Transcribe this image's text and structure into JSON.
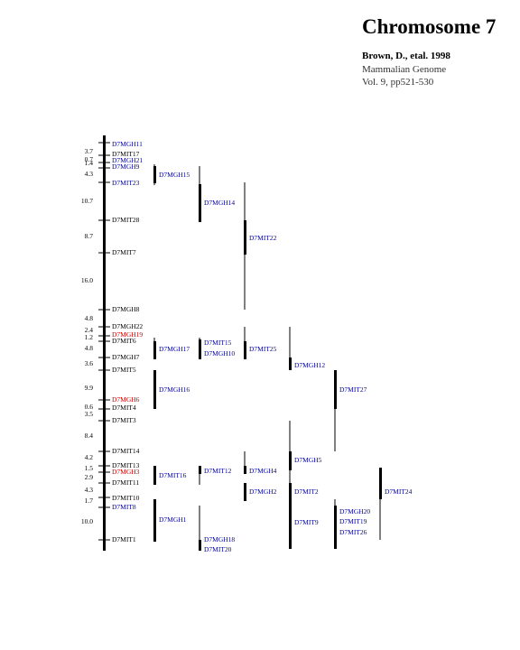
{
  "header": {
    "title": "Chromosome 7",
    "authors": "Brown, D., etal. 1998",
    "journal": "Mammalian Genome",
    "volume": "Vol. 9, pp521-530"
  },
  "colors": {
    "mit": "#000000",
    "mgh": "#000099",
    "highlight": "#cc0000"
  },
  "chromosome": {
    "loci": [
      {
        "name": "D7MGH11",
        "color": "mgh"
      },
      {
        "name": "D7MIT17",
        "color": "mit"
      },
      {
        "name": "D7MGH21",
        "color": "mgh"
      },
      {
        "name": "D7MGH9",
        "color": "mgh"
      },
      {
        "name": "D7MIT23",
        "color": "mgh"
      },
      {
        "name": "D7MIT28",
        "color": "mit"
      },
      {
        "name": "D7MIT7",
        "color": "mit"
      },
      {
        "name": "D7MGH8",
        "color": "mit"
      },
      {
        "name": "D7MGH22",
        "color": "mit"
      },
      {
        "name": "D7MGH19",
        "color": "highlight"
      },
      {
        "name": "D7MIT6",
        "color": "mit"
      },
      {
        "name": "D7MGH7",
        "color": "mit"
      },
      {
        "name": "D7MIT5",
        "color": "mit"
      },
      {
        "name": "D7MGH6",
        "color": "highlight"
      },
      {
        "name": "D7MIT4",
        "color": "mit"
      },
      {
        "name": "D7MIT3",
        "color": "mit"
      },
      {
        "name": "D7MIT14",
        "color": "mit"
      },
      {
        "name": "D7MIT13",
        "color": "mit"
      },
      {
        "name": "D7MGH3",
        "color": "highlight"
      },
      {
        "name": "D7MIT11",
        "color": "mit"
      },
      {
        "name": "D7MIT10",
        "color": "mit"
      },
      {
        "name": "D7MIT8",
        "color": "mgh"
      },
      {
        "name": "D7MIT1",
        "color": "mit"
      }
    ],
    "distances": [
      "3.7",
      "0.7",
      "1.4",
      "4.3",
      "10.7",
      "8.7",
      "16.0",
      "4.8",
      "2.4",
      "1.2",
      "4.8",
      "3.6",
      "9.9",
      "0.6",
      "3.5",
      "8.4",
      "4.2",
      "1.5",
      "2.9",
      "4.3",
      "1.7",
      "10.0"
    ]
  },
  "placed_markers": [
    {
      "name": "D7MGH15",
      "color": "mgh"
    },
    {
      "name": "D7MGH14",
      "color": "mgh"
    },
    {
      "name": "D7MIT22",
      "color": "mgh"
    },
    {
      "name": "D7MGH17",
      "color": "mgh"
    },
    {
      "name": "D7MIT15",
      "color": "mgh"
    },
    {
      "name": "D7MGH10",
      "color": "mgh"
    },
    {
      "name": "D7MIT25",
      "color": "mgh"
    },
    {
      "name": "D7MGH12",
      "color": "mgh"
    },
    {
      "name": "D7MGH16",
      "color": "mgh"
    },
    {
      "name": "D7MIT27",
      "color": "mgh"
    },
    {
      "name": "D7MGH5",
      "color": "mgh"
    },
    {
      "name": "D7MIT16",
      "color": "mgh"
    },
    {
      "name": "D7MIT12",
      "color": "mgh"
    },
    {
      "name": "D7MGH4",
      "color": "mgh"
    },
    {
      "name": "D7MGH2",
      "color": "mgh"
    },
    {
      "name": "D7MIT2",
      "color": "mgh"
    },
    {
      "name": "D7MIT24",
      "color": "mgh"
    },
    {
      "name": "D7MGH1",
      "color": "mgh"
    },
    {
      "name": "D7MIT9",
      "color": "mgh"
    },
    {
      "name": "D7MGH20",
      "color": "mgh"
    },
    {
      "name": "D7MIT19",
      "color": "mgh"
    },
    {
      "name": "D7MIT26",
      "color": "mgh"
    },
    {
      "name": "D7MGH18",
      "color": "mgh"
    },
    {
      "name": "D7MIT20",
      "color": "mgh"
    }
  ]
}
